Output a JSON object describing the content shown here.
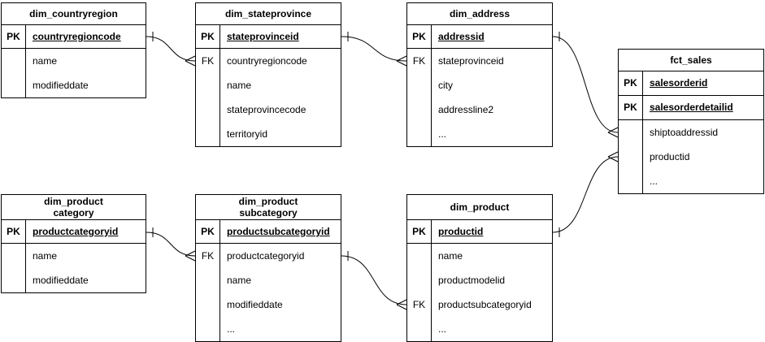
{
  "diagram": {
    "colors": {
      "background": "#ffffff",
      "line": "#000000",
      "text": "#000000"
    },
    "tables": [
      {
        "title": "dim_countryregion",
        "rows": [
          {
            "key": "PK",
            "field": "countryregioncode"
          },
          {
            "key": "",
            "field": "name"
          },
          {
            "key": "",
            "field": "modifieddate"
          }
        ]
      },
      {
        "title": "dim_stateprovince",
        "rows": [
          {
            "key": "PK",
            "field": "stateprovinceid"
          },
          {
            "key": "FK",
            "field": "countryregioncode"
          },
          {
            "key": "",
            "field": "name"
          },
          {
            "key": "",
            "field": "stateprovincecode"
          },
          {
            "key": "",
            "field": "territoryid"
          }
        ]
      },
      {
        "title": "dim_address",
        "rows": [
          {
            "key": "PK",
            "field": "addressid"
          },
          {
            "key": "FK",
            "field": "stateprovinceid"
          },
          {
            "key": "",
            "field": "city"
          },
          {
            "key": "",
            "field": "addressline2"
          },
          {
            "key": "",
            "field": "..."
          }
        ]
      },
      {
        "title": "fct_sales",
        "rows": [
          {
            "key": "PK",
            "field": "salesorderid"
          },
          {
            "key": "PK",
            "field": "salesorderdetailid"
          },
          {
            "key": "",
            "field": "shiptoaddressid"
          },
          {
            "key": "",
            "field": "productid"
          },
          {
            "key": "",
            "field": "..."
          }
        ]
      },
      {
        "title": "dim_product\ncategory",
        "rows": [
          {
            "key": "PK",
            "field": "productcategoryid"
          },
          {
            "key": "",
            "field": "name"
          },
          {
            "key": "",
            "field": "modifieddate"
          }
        ]
      },
      {
        "title": "dim_product\nsubcategory",
        "rows": [
          {
            "key": "PK",
            "field": "productsubcategoryid"
          },
          {
            "key": "FK",
            "field": "productcategoryid"
          },
          {
            "key": "",
            "field": "name"
          },
          {
            "key": "",
            "field": "modifieddate"
          },
          {
            "key": "",
            "field": "..."
          }
        ]
      },
      {
        "title": "dim_product",
        "rows": [
          {
            "key": "PK",
            "field": "productid"
          },
          {
            "key": "",
            "field": "name"
          },
          {
            "key": "",
            "field": "productmodelid"
          },
          {
            "key": "FK",
            "field": "productsubcategoryid"
          },
          {
            "key": "",
            "field": "..."
          }
        ]
      }
    ],
    "relationships": [
      {
        "from": "dim_countryregion.countryregioncode",
        "to": "dim_stateprovince.countryregioncode",
        "cardinality": "one-to-many"
      },
      {
        "from": "dim_stateprovince.stateprovinceid",
        "to": "dim_address.stateprovinceid",
        "cardinality": "one-to-many"
      },
      {
        "from": "dim_address.addressid",
        "to": "fct_sales.shiptoaddressid",
        "cardinality": "one-to-many"
      },
      {
        "from": "dim_product.productid",
        "to": "fct_sales.productid",
        "cardinality": "one-to-many"
      },
      {
        "from": "dim_product category.productcategoryid",
        "to": "dim_product subcategory.productcategoryid",
        "cardinality": "one-to-many"
      },
      {
        "from": "dim_product subcategory.productsubcategoryid",
        "to": "dim_product.productsubcategoryid",
        "cardinality": "one-to-many"
      }
    ]
  }
}
